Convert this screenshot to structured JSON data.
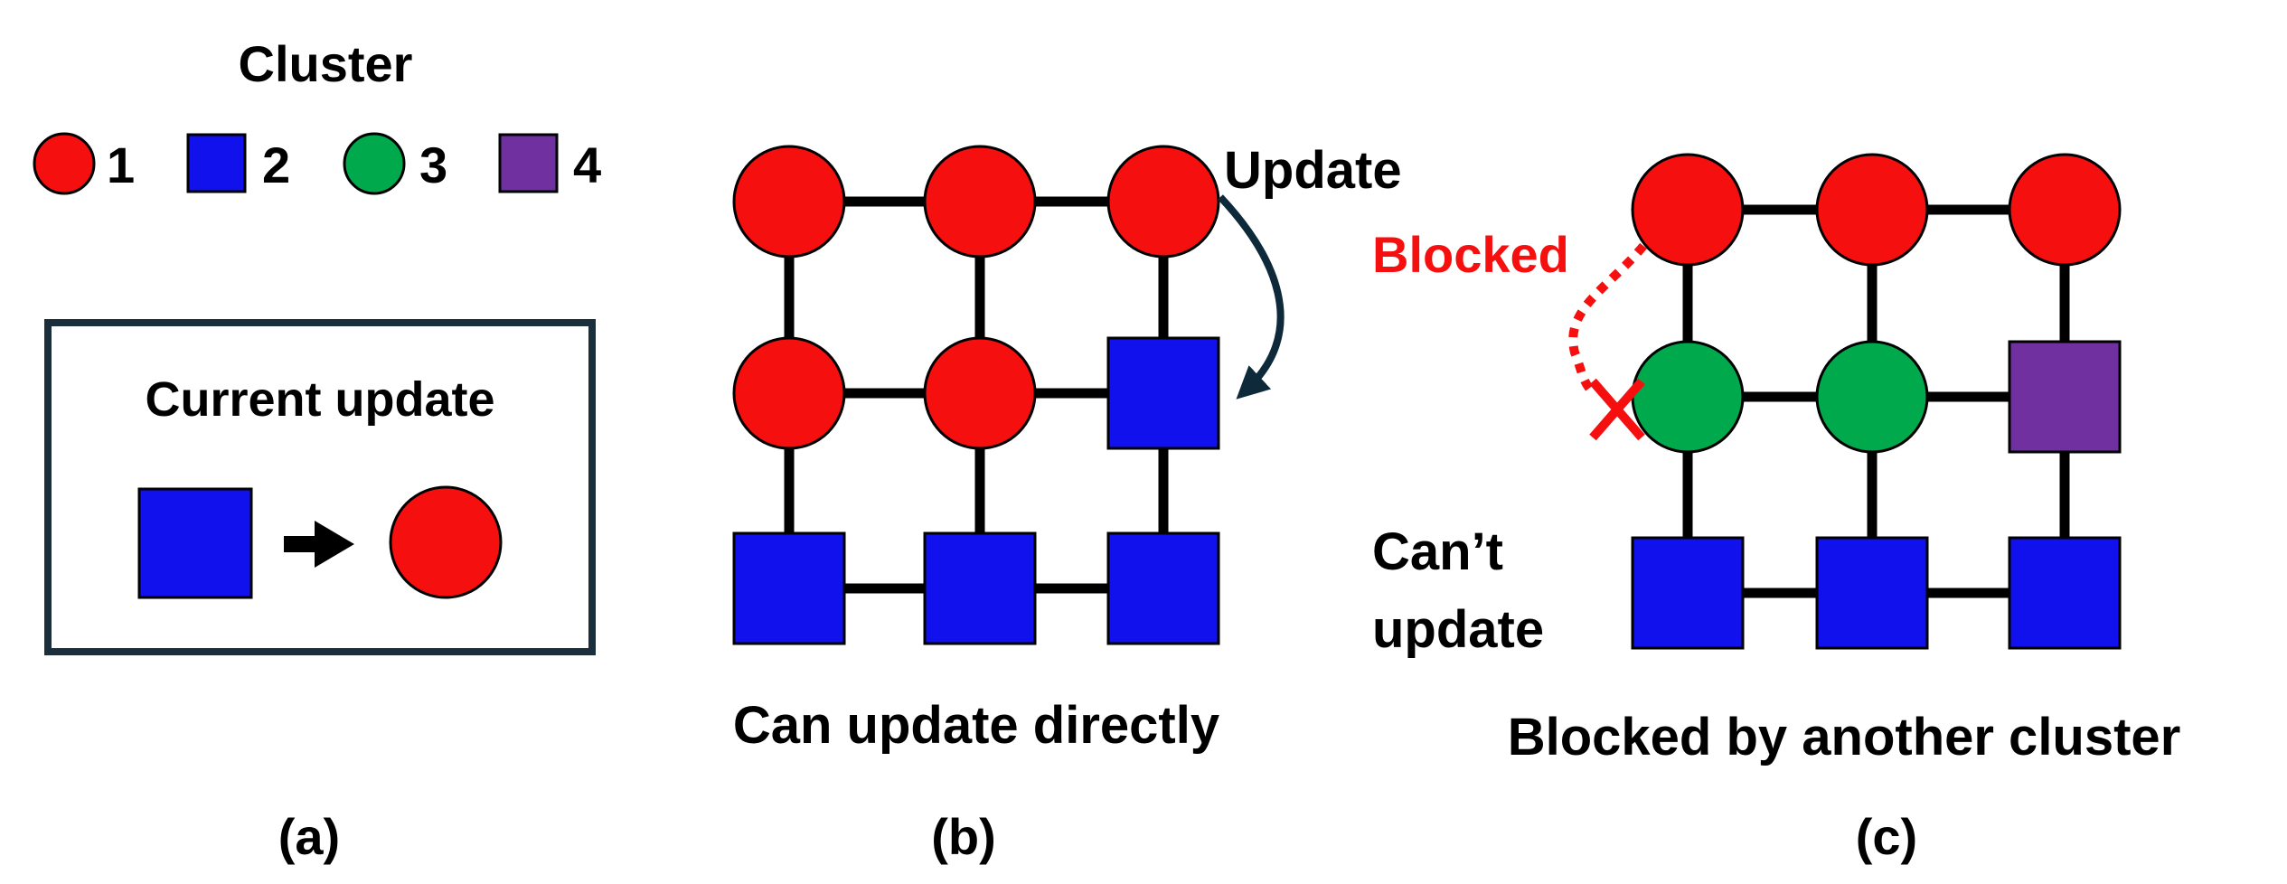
{
  "legend": {
    "title": "Cluster",
    "items": [
      {
        "label": "1",
        "shape": "circle",
        "color": "#f50f0f"
      },
      {
        "label": "2",
        "shape": "square",
        "color": "#1111ee"
      },
      {
        "label": "3",
        "shape": "circle",
        "color": "#00aa4c"
      },
      {
        "label": "4",
        "shape": "square",
        "color": "#7030a0"
      }
    ]
  },
  "current_update": {
    "title": "Current update",
    "from": {
      "shape": "square",
      "color": "#1111ee"
    },
    "to": {
      "shape": "circle",
      "color": "#f50f0f"
    },
    "border_color": "#1a2e3b"
  },
  "panels": {
    "a": {
      "label": "(a)"
    },
    "b": {
      "label": "(b)",
      "caption": "Can update directly",
      "update_label": "Update",
      "arrow_color": "#0e2a3a",
      "grid": [
        [
          {
            "shape": "circle",
            "color": "#f50f0f"
          },
          {
            "shape": "circle",
            "color": "#f50f0f"
          },
          {
            "shape": "circle",
            "color": "#f50f0f"
          }
        ],
        [
          {
            "shape": "circle",
            "color": "#f50f0f"
          },
          {
            "shape": "circle",
            "color": "#f50f0f"
          },
          {
            "shape": "square",
            "color": "#1111ee"
          }
        ],
        [
          {
            "shape": "square",
            "color": "#1111ee"
          },
          {
            "shape": "square",
            "color": "#1111ee"
          },
          {
            "shape": "square",
            "color": "#1111ee"
          }
        ]
      ]
    },
    "c": {
      "label": "(c)",
      "caption": "Blocked by another cluster",
      "blocked_label": "Blocked",
      "blocked_color": "#f50f0f",
      "cant_update_line1": "Can’t",
      "cant_update_line2": "update",
      "grid": [
        [
          {
            "shape": "circle",
            "color": "#f50f0f"
          },
          {
            "shape": "circle",
            "color": "#f50f0f"
          },
          {
            "shape": "circle",
            "color": "#f50f0f"
          }
        ],
        [
          {
            "shape": "circle",
            "color": "#00aa4c"
          },
          {
            "shape": "circle",
            "color": "#00aa4c"
          },
          {
            "shape": "square",
            "color": "#7030a0"
          }
        ],
        [
          {
            "shape": "square",
            "color": "#1111ee"
          },
          {
            "shape": "square",
            "color": "#1111ee"
          },
          {
            "shape": "square",
            "color": "#1111ee"
          }
        ]
      ]
    }
  }
}
